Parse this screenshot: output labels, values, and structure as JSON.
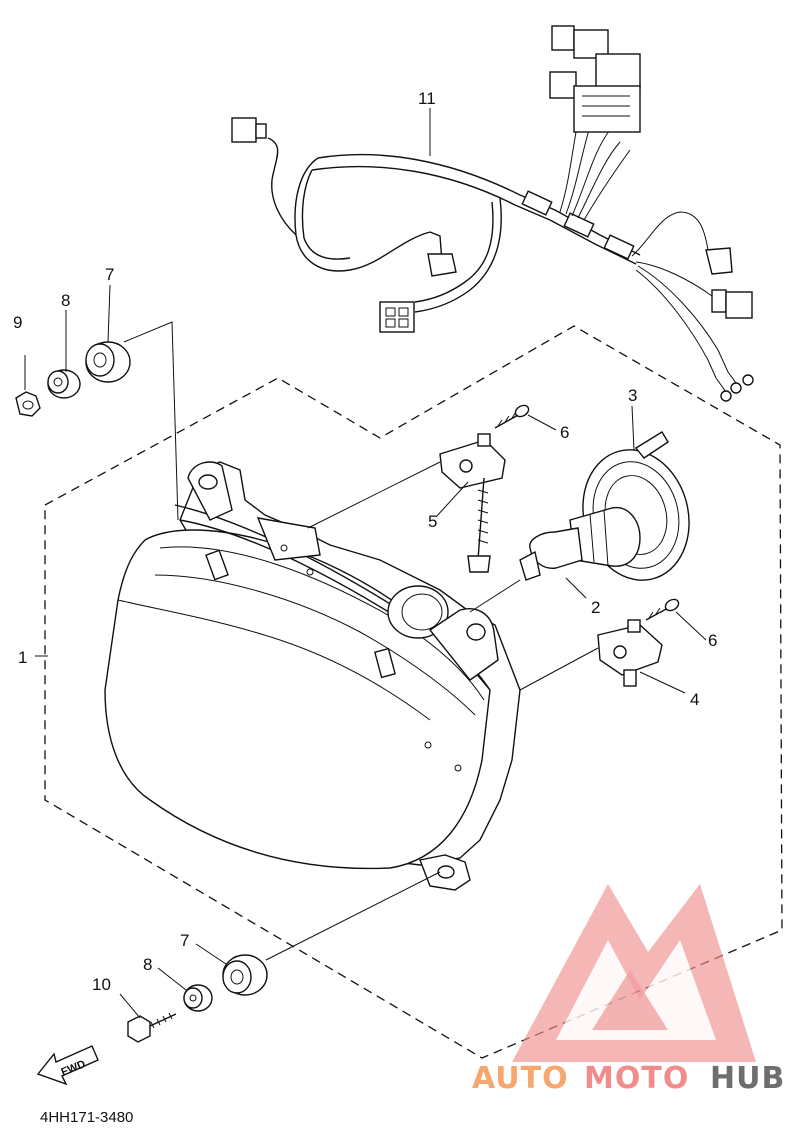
{
  "diagram": {
    "part_code": "4HH171-3480",
    "direction_arrow": "FWD",
    "callouts": {
      "c1": "1",
      "c2": "2",
      "c3": "3",
      "c4": "4",
      "c5": "5",
      "c6a": "6",
      "c6b": "6",
      "c7a": "7",
      "c7b": "7",
      "c8a": "8",
      "c8b": "8",
      "c9": "9",
      "c10": "10",
      "c11": "11"
    }
  },
  "watermark": {
    "part1": "AUTO",
    "part2": "MOTO",
    "part3": "HUB",
    "colors": {
      "auto": "#f4a870",
      "moto": "#f08c8c",
      "hub": "#6e6e6e",
      "logo": "#f08c8c"
    }
  }
}
